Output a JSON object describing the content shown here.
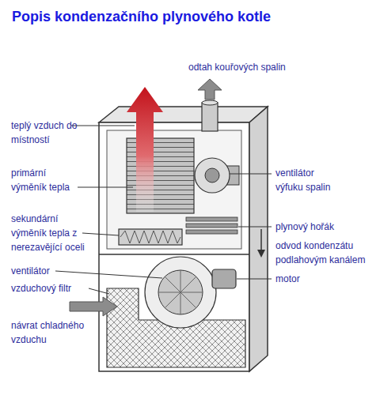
{
  "diagram": {
    "title": "Popis kondenzačního plynového kotle",
    "labels": [
      "odtah kouřových spalin",
      "teplý vzduch do místností",
      "primární výměník tepla",
      "ventilátor výfuku spalin",
      "sekundární výměník tepla z nerezavějící oceli",
      "plynový hořák",
      "odvod kondenzátu podlahovým kanálem",
      "ventilátor",
      "motor",
      "vzduchový filtr",
      "návrat chladného vzduchu"
    ]
  }
}
